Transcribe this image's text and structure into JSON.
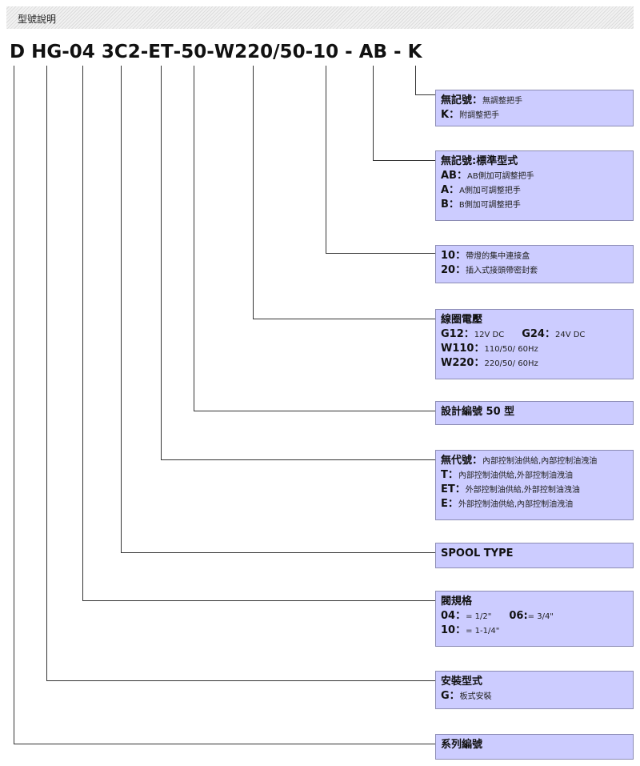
{
  "header": {
    "title": "型號說明"
  },
  "model_code": {
    "parts": [
      {
        "id": "p1",
        "text": "D"
      },
      {
        "id": "s1",
        "text": " "
      },
      {
        "id": "p2",
        "text": "HG"
      },
      {
        "id": "s2",
        "text": "-"
      },
      {
        "id": "p3",
        "text": "04"
      },
      {
        "id": "s3",
        "text": " "
      },
      {
        "id": "p4",
        "text": "3C2"
      },
      {
        "id": "s4",
        "text": "-"
      },
      {
        "id": "p5",
        "text": "ET"
      },
      {
        "id": "s5",
        "text": "-"
      },
      {
        "id": "p6",
        "text": "50"
      },
      {
        "id": "s6",
        "text": "-"
      },
      {
        "id": "p7",
        "text": "W220/50"
      },
      {
        "id": "s7",
        "text": "-"
      },
      {
        "id": "p8",
        "text": "10"
      },
      {
        "id": "s8",
        "text": " - "
      },
      {
        "id": "p9",
        "text": "AB"
      },
      {
        "id": "s9",
        "text": " - "
      },
      {
        "id": "p10",
        "text": "K"
      }
    ]
  },
  "boxes": [
    {
      "key": "adjust_handle",
      "part": "p10",
      "lines": [
        [
          {
            "t": "無記號：",
            "b": true
          },
          {
            "t": "無調整把手"
          }
        ],
        [
          {
            "t": "K：",
            "b": true
          },
          {
            "t": "附調整把手"
          }
        ]
      ]
    },
    {
      "key": "standard_type",
      "part": "p9",
      "lines": [
        [
          {
            "t": "無記號:標準型式",
            "b": true
          }
        ],
        [
          {
            "t": "AB：",
            "b": true
          },
          {
            "t": "AB側加可調整把手"
          }
        ],
        [
          {
            "t": "A：",
            "b": true
          },
          {
            "t": "A側加可調整把手"
          }
        ],
        [
          {
            "t": "B：",
            "b": true
          },
          {
            "t": "B側加可調整把手"
          }
        ]
      ]
    },
    {
      "key": "connector",
      "part": "p8",
      "lines": [
        [
          {
            "t": "10：",
            "b": true
          },
          {
            "t": "帶燈的集中連接盒"
          }
        ],
        [
          {
            "t": "20：",
            "b": true
          },
          {
            "t": "插入式接頭帶密封套"
          }
        ]
      ]
    },
    {
      "key": "coil_voltage",
      "part": "p7",
      "lines": [
        [
          {
            "t": "線圈電壓",
            "b": true
          }
        ],
        [
          {
            "t": "G12：",
            "b": true
          },
          {
            "t": "12V DC"
          },
          {
            "gap": true
          },
          {
            "t": "G24：",
            "b": true
          },
          {
            "t": "24V DC"
          }
        ],
        [
          {
            "t": "W110：",
            "b": true
          },
          {
            "t": "110/50/ 60Hz"
          }
        ],
        [
          {
            "t": "W220：",
            "b": true
          },
          {
            "t": "220/50/ 60Hz"
          }
        ]
      ]
    },
    {
      "key": "design_number",
      "part": "p6",
      "lines": [
        [
          {
            "t": "設計編號 50 型",
            "b": true
          }
        ]
      ]
    },
    {
      "key": "pilot_drain",
      "part": "p5",
      "lines": [
        [
          {
            "t": "無代號：",
            "b": true
          },
          {
            "t": "內部控制油供給,內部控制油洩油"
          }
        ],
        [
          {
            "t": "T：",
            "b": true
          },
          {
            "t": "內部控制油供給,外部控制油洩油"
          }
        ],
        [
          {
            "t": "ET：",
            "b": true
          },
          {
            "t": "外部控制油供給,外部控制油洩油"
          }
        ],
        [
          {
            "t": "E：",
            "b": true
          },
          {
            "t": "外部控制油供給,內部控制油洩油"
          }
        ]
      ]
    },
    {
      "key": "spool_type",
      "part": "p4",
      "lines": [
        [
          {
            "t": "SPOOL TYPE",
            "b": true
          }
        ]
      ]
    },
    {
      "key": "valve_size",
      "part": "p3",
      "lines": [
        [
          {
            "t": "閥規格",
            "b": true
          }
        ],
        [
          {
            "t": "04：",
            "b": true
          },
          {
            "t": "= 1/2\""
          },
          {
            "gap": true
          },
          {
            "t": "06:",
            "b": true
          },
          {
            "t": "= 3/4\""
          }
        ],
        [
          {
            "t": "10：",
            "b": true
          },
          {
            "t": "= 1-1/4\""
          }
        ]
      ]
    },
    {
      "key": "mounting",
      "part": "p2",
      "lines": [
        [
          {
            "t": "安裝型式",
            "b": true
          }
        ],
        [
          {
            "t": "G：",
            "b": true
          },
          {
            "t": "板式安裝"
          }
        ]
      ]
    },
    {
      "key": "series",
      "part": "p1",
      "lines": [
        [
          {
            "t": "系列編號",
            "b": true
          }
        ]
      ]
    }
  ],
  "colors": {
    "box_fill": "#ccccff",
    "box_border": "#8c8cb4",
    "line": "#333333"
  }
}
